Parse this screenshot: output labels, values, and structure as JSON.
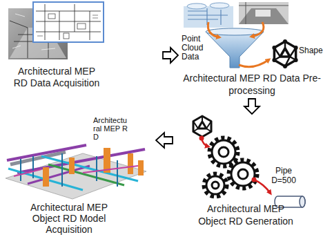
{
  "diagram": {
    "nodes": [
      {
        "text": [
          "Architectural MEP RD Data Acquisition"
        ]
      },
      {
        "text": [
          "Architectural MEP RD Data Pre-processing"
        ]
      },
      {
        "text": [
          "Architectural MEP Object RD Model Acquisition"
        ]
      },
      {
        "text": [
          "Architectural MEP Object RD Generation"
        ]
      }
    ],
    "edges": [
      {
        "from": 0,
        "to": 1,
        "arrow": "to"
      },
      {
        "from": 1,
        "to": 3,
        "arrow": "to"
      },
      {
        "from": 3,
        "to": 2,
        "arrow": "to"
      }
    ],
    "labels": [
      "Point Cloud Data",
      "Shape",
      "Pipe D=500",
      "Architectural MEP RD"
    ]
  }
}
